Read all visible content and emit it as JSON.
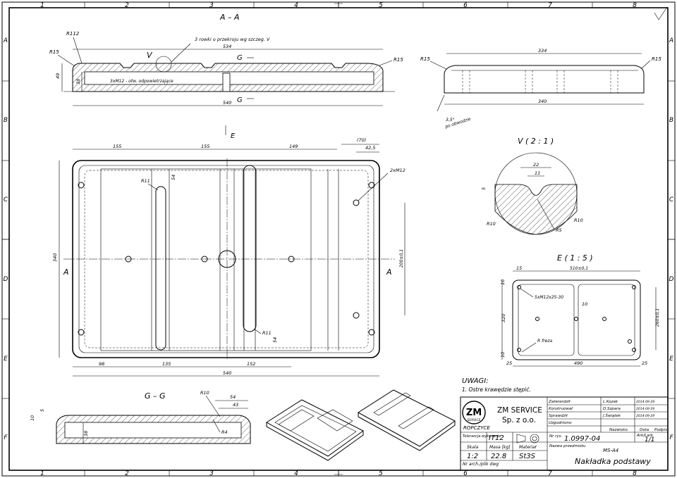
{
  "frame": {
    "columns": [
      "1",
      "2",
      "3",
      "4",
      "5",
      "6",
      "7",
      "8"
    ],
    "rows": [
      "A",
      "B",
      "C",
      "D",
      "E",
      "F"
    ]
  },
  "section_aa": {
    "title": "A – A",
    "note": "3 rowki o przekroju wg szczeg. V",
    "vent_note": "3xM12 - otw. odpowietrzające",
    "r112": "R112",
    "r15": "R15",
    "r15_right": "R15",
    "v_mark": "V",
    "g_top": "G",
    "g_bottom": "G",
    "dim_534": "534",
    "dim_540": "540",
    "dim_49": "49",
    "dim_38": "38"
  },
  "side_view": {
    "r15_left": "R15",
    "r15_right": "R15",
    "dim_334": "334",
    "dim_340": "340",
    "chamfer": "3,5°",
    "chamfer_note": "po obwodzie"
  },
  "plan_view": {
    "e_mark": "E",
    "a_left": "A",
    "a_right": "A",
    "dim_155a": "155",
    "dim_155b": "155",
    "dim_149": "149",
    "dim_70": "(70)",
    "dim_42": "42,5",
    "thread": "2xM12",
    "r11_top": "R11",
    "r11_bottom": "R11",
    "dim_54_top": "54",
    "dim_54_bottom": "54",
    "dim_340": "340",
    "dim_200": "200±0,1",
    "dim_98": "98",
    "dim_135": "135",
    "dim_152": "152",
    "dim_540": "540"
  },
  "detail_v": {
    "title": "V ( 2 : 1 )",
    "dim_22": "22",
    "dim_11": "11",
    "dim_5": "5",
    "r10_left": "R10",
    "r10_right": "R10",
    "r5": "R5"
  },
  "detail_e": {
    "title": "E ( 1 : 5 )",
    "dim_510": "510±0,1",
    "dim_15": "15",
    "dim_10_top": "10",
    "thread": "5xM12x25-30",
    "dim_10": "10",
    "dim_320": "320",
    "dim_260": "260±0,1",
    "mill": "R freza",
    "dim_10_bot": "10",
    "dim_25_left": "25",
    "dim_490": "490",
    "dim_25_right": "25"
  },
  "section_gg": {
    "title": "G – G",
    "r10": "R10",
    "r4": "R4",
    "dim_54": "54",
    "dim_43": "43",
    "dim_5": "5",
    "dim_10": "10",
    "dim_38": "38"
  },
  "notes": {
    "heading": "UWAGI:",
    "line1": "1. Ostre krawędzie stępić."
  },
  "title_block": {
    "logo_big": "ZM",
    "logo_small": "SERVICE",
    "company": "ZM SERVICE",
    "company2": "Sp. z o.o.",
    "city": "ROPCZYCE",
    "tolerance_label": "Tolerancja wykonania",
    "tolerance": "IT12",
    "scale_label": "Skala",
    "scale": "1:2",
    "mass_label": "Masa [kg]",
    "mass": "22.8",
    "material_label": "Materiał",
    "material": "St3S",
    "file_label": "Nr arch./plik dwg",
    "roles": [
      "Zatwierdził",
      "Konstruował",
      "Sprawdził",
      "Uzgodniono"
    ],
    "names": [
      "L.Kozak",
      "D.Szpara",
      "J.Świątek",
      ""
    ],
    "dates": [
      "2014-09-29",
      "2014-09-29",
      "2014-09-29",
      ""
    ],
    "col_name": "Nazwisko",
    "col_date": "Data",
    "col_sign": "Podpis",
    "sheet_label": "Ark/Lark",
    "sheet": "1/1",
    "drawing_no_label": "Nr rys.",
    "drawing_no": "1.0997-04",
    "item_label": "Nazwa przedmiotu",
    "item_code": "MS-A4",
    "item_name": "Nakładka podstawy"
  }
}
